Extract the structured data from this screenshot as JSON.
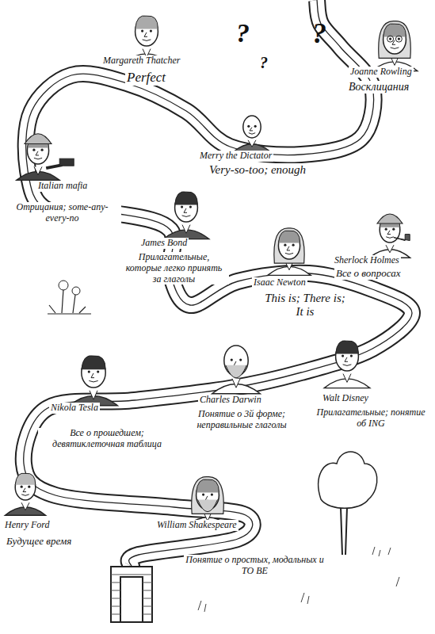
{
  "diagram": {
    "labels": [
      "?",
      "?",
      "?",
      "Margareth Thatcher",
      "Perfect",
      "Joanne Rowling",
      "Восклицания",
      "Italian mafia",
      "Merry the Dictator",
      "Very-so-too; enough",
      "Отрицания; some-any-every-no",
      "James Bond",
      "Прилагательные, которые легко принять за глаголы",
      "Isaac Newton",
      "Sherlock Holmes",
      "Все о вопросах",
      "This is; There is; It is",
      "Charles Darwin",
      "Понятие о 3й форме; неправильные глаголы",
      "Walt Disney",
      "Прилагательные; понятие об ING",
      "Nikola Tesla",
      "Все о прошедшем; девятиклеточная таблица",
      "Henry Ford",
      "Будущее время",
      "William Shakespeare",
      "Понятие о простых, модальных и TO BE"
    ]
  }
}
